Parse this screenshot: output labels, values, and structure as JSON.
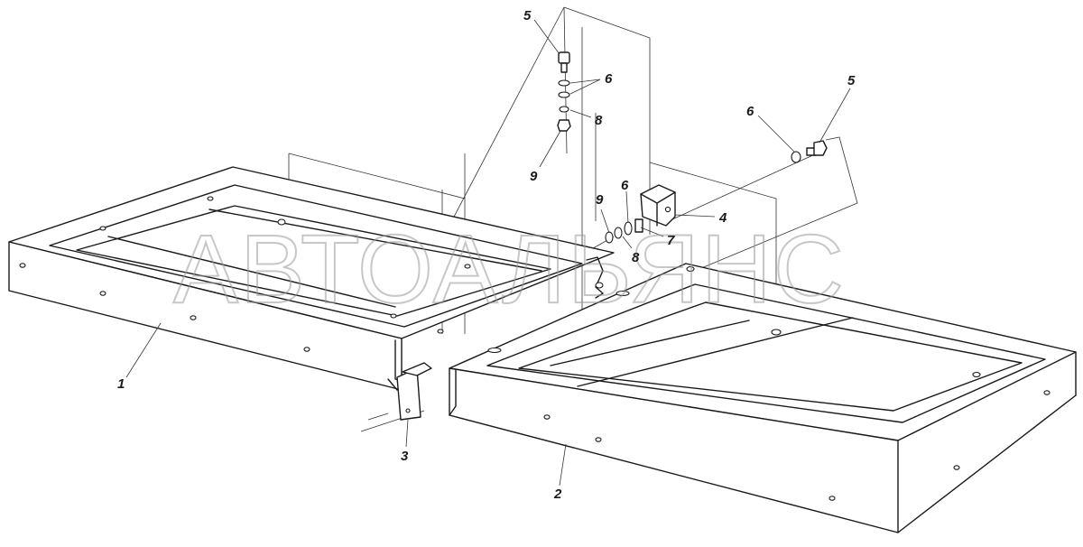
{
  "watermark": "АВТОАЛЬЯНС",
  "labels": {
    "p1": "1",
    "p2": "2",
    "p3": "3",
    "p4": "4",
    "p5a": "5",
    "p5b": "5",
    "p6a": "6",
    "p6b": "6",
    "p6c": "6",
    "p7": "7",
    "p8a": "8",
    "p8b": "8",
    "p9a": "9",
    "p9b": "9"
  }
}
